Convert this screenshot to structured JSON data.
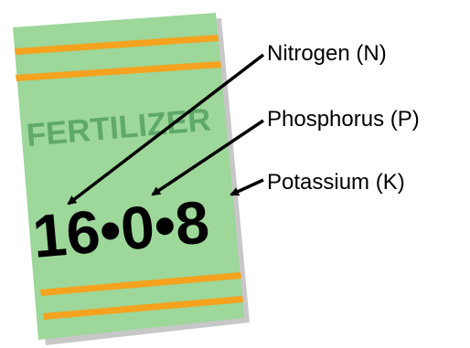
{
  "bag": {
    "label": "FERTILIZER",
    "ratio": "16•0•8"
  },
  "labels": {
    "nitrogen": "Nitrogen (N)",
    "phosphorus": "Phosphorus (P)",
    "potassium": "Potassium (K)"
  },
  "colors": {
    "bag": "#9dd79a",
    "stripe": "#f5a21e",
    "bag_text": "#5fa969",
    "ink": "#000000",
    "shadow": "#bdbdbd"
  }
}
